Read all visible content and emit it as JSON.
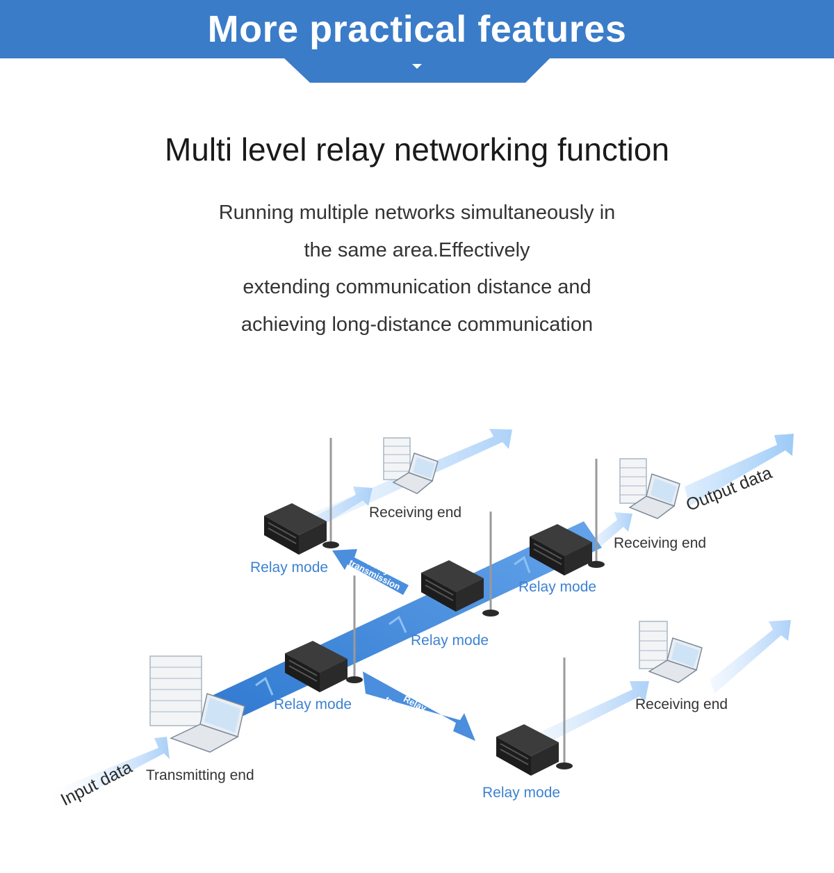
{
  "header": {
    "title": "More practical features"
  },
  "section": {
    "heading": "Multi level relay networking function",
    "description": [
      "Running multiple networks simultaneously in",
      "the same area.Effectively",
      "extending communication distance and",
      "achieving long-distance communication"
    ]
  },
  "diagram": {
    "input_label": "Input data",
    "output_label": "Output data",
    "transmitting_end": "Transmitting end",
    "receiving_end_top": "Receiving end",
    "receiving_end_right": "Receiving end",
    "receiving_end_bottom": "Receiving end",
    "relay_mode_1": "Relay mode",
    "relay_mode_2": "Relay mode",
    "relay_mode_3": "Relay mode",
    "relay_mode_4": "Relay mode",
    "relay_mode_5": "Relay mode",
    "relay_transmission_top": "Relay transmission",
    "relay_transmission_bottom": "Relay transmission"
  },
  "colors": {
    "banner": "#3a7cc8",
    "relay_label": "#3c82d2",
    "main_band": "#3f86d8",
    "light_arrow": "#b8d8fb"
  }
}
